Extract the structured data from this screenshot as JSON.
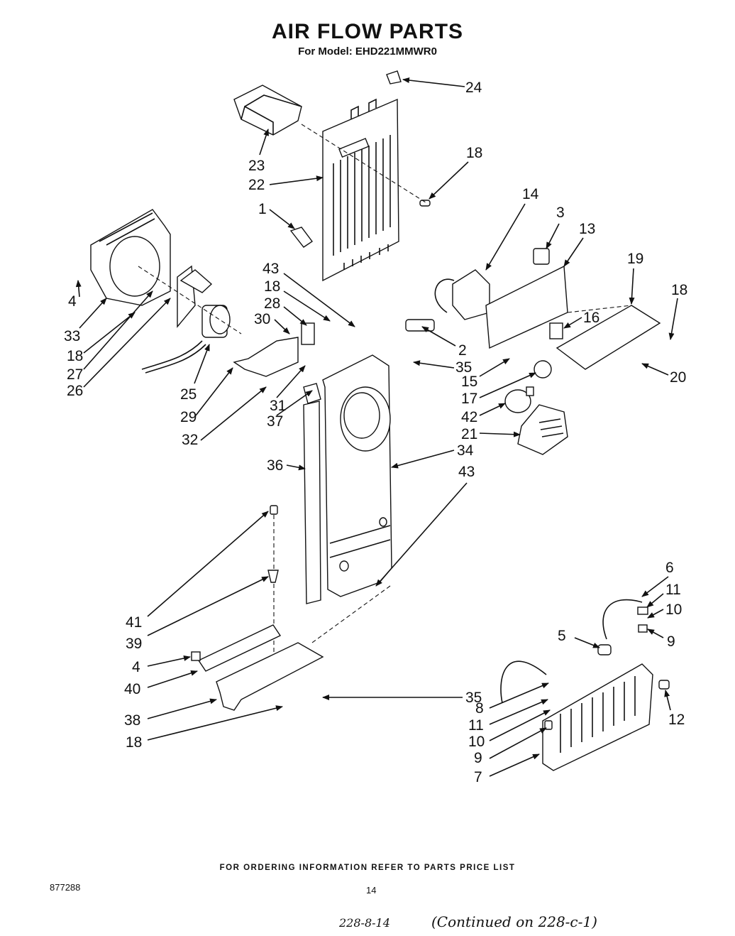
{
  "title": "AIR FLOW PARTS",
  "subtitle": "For Model: EHD221MMWR0",
  "footer": "FOR ORDERING INFORMATION REFER TO PARTS PRICE LIST",
  "doc_number": "877288",
  "page_number": "14",
  "handwritten_ref": "228-8-14",
  "handwritten_note": "(Continued on 228-c-1)",
  "callouts": [
    "24",
    "18",
    "23",
    "22",
    "1",
    "14",
    "3",
    "13",
    "19",
    "18",
    "4",
    "33",
    "18",
    "27",
    "26",
    "43",
    "18",
    "28",
    "30",
    "2",
    "16",
    "35",
    "15",
    "17",
    "42",
    "21",
    "25",
    "29",
    "31",
    "37",
    "32",
    "36",
    "34",
    "43",
    "20",
    "6",
    "11",
    "10",
    "9",
    "5",
    "41",
    "39",
    "4",
    "40",
    "38",
    "18",
    "35",
    "8",
    "11",
    "10",
    "9",
    "12",
    "7"
  ]
}
